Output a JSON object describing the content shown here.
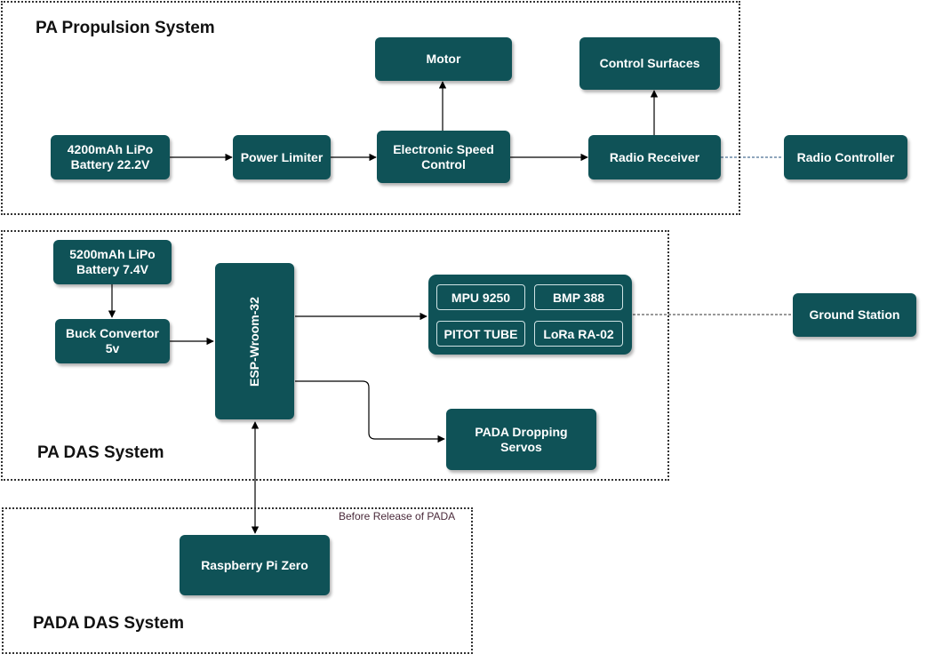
{
  "groups": {
    "propulsion": {
      "title": "PA Propulsion System"
    },
    "das": {
      "title": "PA DAS System"
    },
    "pada": {
      "title": "PADA DAS System",
      "note": "Before Release of PADA"
    }
  },
  "blocks": {
    "battery_main": "4200mAh LiPo\nBattery 22.2V",
    "power_limiter": "Power Limiter",
    "esc": "Electronic Speed\nControl",
    "motor": "Motor",
    "control_surfaces": "Control Surfaces",
    "radio_receiver": "Radio Receiver",
    "radio_controller": "Radio Controller",
    "battery_das": "5200mAh LiPo\nBattery 7.4V",
    "buck_convertor": "Buck Convertor\n5v",
    "esp": "ESP-Wroom-32",
    "pada_servos": "PADA Dropping\nServos",
    "ground_station": "Ground Station",
    "raspberry_pi": "Raspberry Pi Zero"
  },
  "sensors": {
    "mpu": "MPU 9250",
    "bmp": "BMP 388",
    "pitot": "PITOT TUBE",
    "lora": "LoRa RA-02"
  },
  "colors": {
    "block": "#0f5257",
    "line": "#000000",
    "wireless_link": "#1f4e79",
    "group_border": "#333333"
  }
}
